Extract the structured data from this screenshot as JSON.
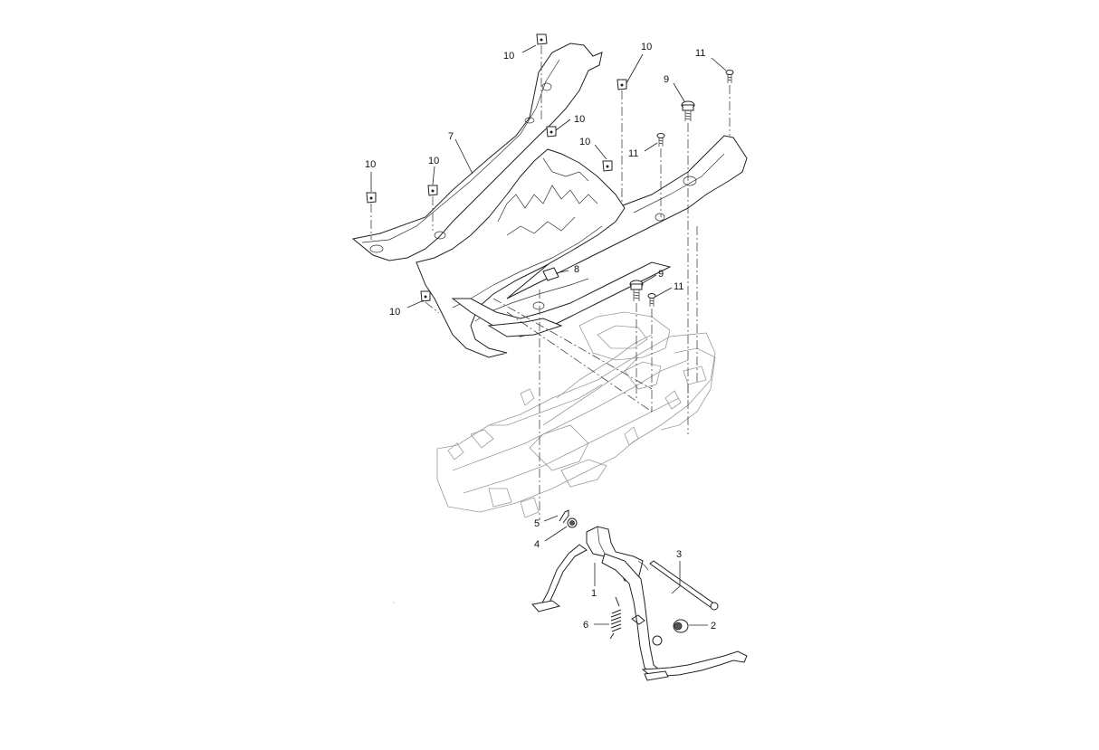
{
  "callouts": {
    "c1": "1",
    "c2": "2",
    "c3": "3",
    "c4": "4",
    "c5": "5",
    "c6": "6",
    "c7": "7",
    "c8": "8",
    "c9a": "9",
    "c9b": "9",
    "c10a": "10",
    "c10b": "10",
    "c10c": "10",
    "c10d": "10",
    "c10e": "10",
    "c10f": "10",
    "c10g": "10",
    "c11a": "11",
    "c11b": "11",
    "c11c": "11"
  },
  "parts": [
    {
      "ref": "1",
      "icon": "main-stand"
    },
    {
      "ref": "2",
      "icon": "bushing"
    },
    {
      "ref": "3",
      "icon": "pivot-shaft"
    },
    {
      "ref": "4",
      "icon": "washer"
    },
    {
      "ref": "5",
      "icon": "cotter-pin"
    },
    {
      "ref": "6",
      "icon": "return-spring"
    },
    {
      "ref": "7",
      "icon": "floor-panel"
    },
    {
      "ref": "8",
      "icon": "rubber-plug"
    },
    {
      "ref": "9",
      "icon": "bolt"
    },
    {
      "ref": "10",
      "icon": "speed-nut"
    },
    {
      "ref": "11",
      "icon": "screw"
    }
  ]
}
